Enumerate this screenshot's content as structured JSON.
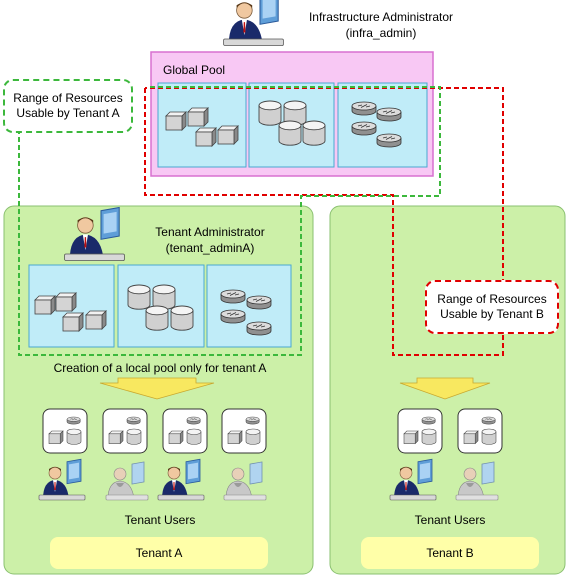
{
  "infra_admin": {
    "role": "Infrastructure Administrator",
    "user": "(infra_admin)"
  },
  "global_pool": {
    "title": "Global Pool",
    "resource_icons": [
      "server-stack-icon",
      "storage-disks-icon",
      "network-router-icon"
    ]
  },
  "range_a": {
    "line1": "Range of Resources",
    "line2": "Usable by Tenant A",
    "color": "#3cb83c"
  },
  "range_b": {
    "line1": "Range of Resources",
    "line2": "Usable by Tenant B",
    "color": "#e00000"
  },
  "tenant_a": {
    "admin_role": "Tenant Administrator",
    "admin_user": "(tenant_adminA)",
    "local_pool_caption": "Creation of a local pool only for tenant A",
    "users_label": "Tenant Users",
    "name": "Tenant A",
    "user_count": 4
  },
  "tenant_b": {
    "users_label": "Tenant Users",
    "name": "Tenant B",
    "user_count": 2
  },
  "colors": {
    "tenant_bg": "#ccf0a8",
    "tenant_border": "#8ac070",
    "pool_bg": "#f8c8f4",
    "pool_border": "#d870d0",
    "pool_cell": "#c0ecf8",
    "pool_cell_border": "#4aa8d0",
    "arrow": "#f8e860",
    "name_bar": "#ffffa8"
  }
}
